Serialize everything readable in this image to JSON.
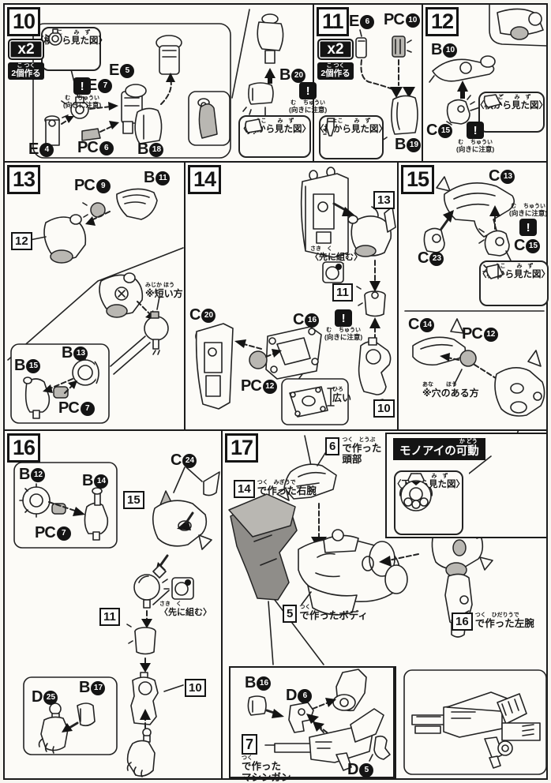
{
  "badges": {
    "x2": "x2",
    "make_two": "2個作る",
    "make_two_furi": "こ つく"
  },
  "captions": {
    "side_view": "〈横から見た図〉",
    "side_view_furi": "よこ　　み　ず",
    "bottom_view": "〈下から見た図〉",
    "bottom_view_furi": "した　　み　ず",
    "assemble_first": "〈先に組む〉",
    "assemble_first_furi": "さき　く",
    "orient": "(向きに注意)",
    "orient_furi": "む　 ちゅうい",
    "warning": "!",
    "shorter": "※短い方",
    "shorter_furi": "みじか ほう",
    "wide": "広い",
    "wide_furi": "ひろ",
    "hole": "※穴のある方",
    "hole_furi": "あな　　 ほう",
    "monoeye": "モノアイの可動",
    "monoeye_furi": "か どう"
  },
  "steps": {
    "s10": {
      "no": "10",
      "parts": {
        "e7": {
          "l": "E",
          "n": "7"
        },
        "e5": {
          "l": "E",
          "n": "5"
        },
        "e4": {
          "l": "E",
          "n": "4"
        },
        "pc6": {
          "l": "PC",
          "n": "6"
        },
        "b18": {
          "l": "B",
          "n": "18"
        },
        "b20": {
          "l": "B",
          "n": "20"
        }
      }
    },
    "s11": {
      "no": "11",
      "parts": {
        "e6": {
          "l": "E",
          "n": "6"
        },
        "pc10": {
          "l": "PC",
          "n": "10"
        },
        "b19": {
          "l": "B",
          "n": "19"
        }
      }
    },
    "s12": {
      "no": "12",
      "parts": {
        "b10": {
          "l": "B",
          "n": "10"
        },
        "c15": {
          "l": "C",
          "n": "15"
        }
      }
    },
    "s13": {
      "no": "13",
      "ref12": "12",
      "parts": {
        "pc9": {
          "l": "PC",
          "n": "9"
        },
        "b11": {
          "l": "B",
          "n": "11"
        },
        "b13": {
          "l": "B",
          "n": "13"
        },
        "b15": {
          "l": "B",
          "n": "15"
        },
        "pc7": {
          "l": "PC",
          "n": "7"
        }
      }
    },
    "s14": {
      "no": "14",
      "ref13": "13",
      "ref11": "11",
      "ref10": "10",
      "parts": {
        "c20": {
          "l": "C",
          "n": "20"
        },
        "c16": {
          "l": "C",
          "n": "16"
        },
        "pc12": {
          "l": "PC",
          "n": "12"
        }
      }
    },
    "s15": {
      "no": "15",
      "parts": {
        "c13": {
          "l": "C",
          "n": "13"
        },
        "c15": {
          "l": "C",
          "n": "15"
        },
        "c23": {
          "l": "C",
          "n": "23"
        },
        "c14": {
          "l": "C",
          "n": "14"
        },
        "pc12": {
          "l": "PC",
          "n": "12"
        }
      }
    },
    "s16": {
      "no": "16",
      "ref15": "15",
      "ref11": "11",
      "ref10": "10",
      "parts": {
        "b12": {
          "l": "B",
          "n": "12"
        },
        "b14": {
          "l": "B",
          "n": "14"
        },
        "pc7": {
          "l": "PC",
          "n": "7"
        },
        "c24": {
          "l": "C",
          "n": "24"
        },
        "d25": {
          "l": "D",
          "n": "25"
        },
        "b17": {
          "l": "B",
          "n": "17"
        }
      }
    },
    "s17": {
      "no": "17",
      "head": {
        "ref": "6",
        "furi": "つく　とうぶ",
        "text": "で作った頭部"
      },
      "right_arm": {
        "ref": "14",
        "furi": "つく　みぎうで",
        "text": "で作った右腕"
      },
      "body": {
        "ref": "5",
        "furi": "つく",
        "text": "で作ったボディ"
      },
      "left_arm": {
        "ref": "16",
        "furi": "つく　ひだりうで",
        "text": "で作った左腕"
      },
      "gun": {
        "ref": "7",
        "furi": "つく",
        "text1": "で作った",
        "text2": "マシンガン"
      },
      "parts": {
        "b16": {
          "l": "B",
          "n": "16"
        },
        "d6": {
          "l": "D",
          "n": "6"
        },
        "d5": {
          "l": "D",
          "n": "5"
        }
      }
    }
  }
}
